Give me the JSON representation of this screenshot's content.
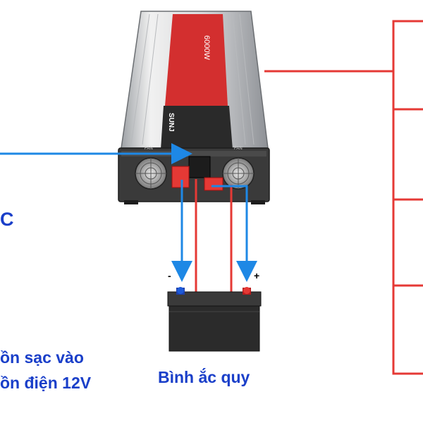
{
  "labels": {
    "ac_partial": "C",
    "charger_note_line1": "ồn sạc vào",
    "charger_note_line2": "ồn điện 12V",
    "battery": "Bình ắc quy",
    "minus_sign": "-",
    "plus_sign": "+"
  },
  "inverter": {
    "top_label": "6000W",
    "brand": "SUNJ",
    "fan_left": "FAN",
    "fan_right": "FAN"
  },
  "colors": {
    "blue_arrow": "#1e88e5",
    "red_wire": "#e53935",
    "label_blue": "#1a3fc9",
    "inverter_red": "#d32f2f",
    "battery_body": "#2b2b2b"
  }
}
